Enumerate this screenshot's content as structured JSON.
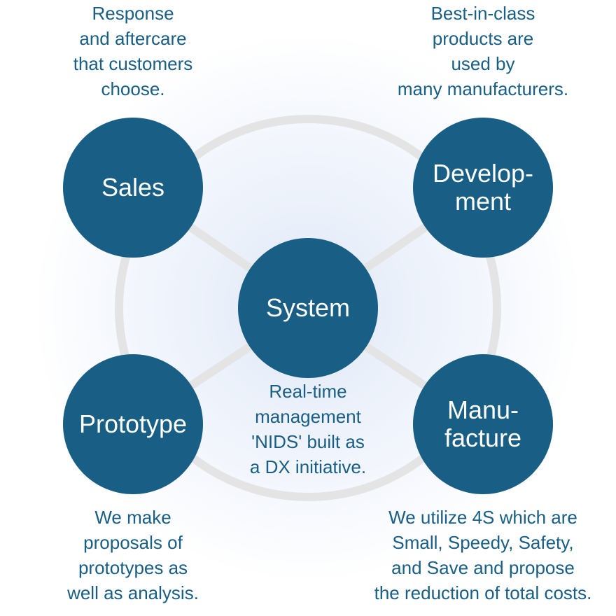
{
  "colors": {
    "node_fill": "#195e84",
    "text": "#195e84",
    "ring": "#e4e4e4"
  },
  "nodes": {
    "sales": "Sales",
    "development": "Develop-\nment",
    "system": "System",
    "prototype": "Prototype",
    "manufacture": "Manu-\nfacture"
  },
  "captions": {
    "sales": "Response\nand aftercare\nthat customers\nchoose.",
    "development": "Best-in-class\nproducts are\nused by\nmany manufacturers.",
    "system": "Real-time\nmanagement\n'NIDS' built as\na DX initiative.",
    "prototype": "We make\nproposals of\nprototypes as\nwell as analysis.",
    "manufacture": "We utilize 4S which are\nSmall, Speedy, Safety,\nand Save and propose\nthe reduction of total costs."
  }
}
